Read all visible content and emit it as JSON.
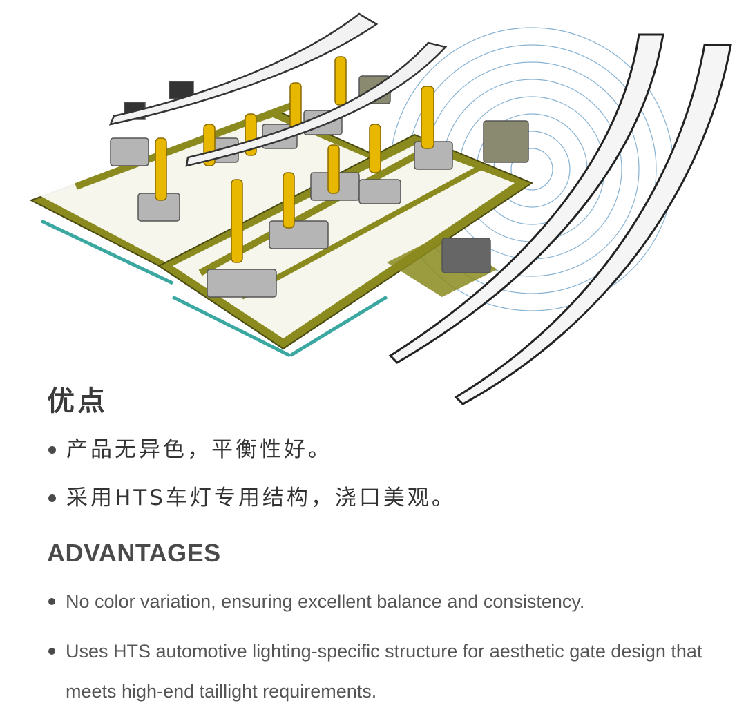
{
  "hero_image": {
    "icon": "fixture-3d-render"
  },
  "section_cn": {
    "title": "优点",
    "items": [
      {
        "text": "产品无异色，平衡性好。"
      },
      {
        "text": "采用HTS车灯专用结构，浇口美观。"
      }
    ]
  },
  "section_en": {
    "title": "ADVANTAGES",
    "items": [
      {
        "text": "No color variation, ensuring excellent balance and consistency."
      },
      {
        "text": "Uses HTS automotive lighting-specific structure for aesthetic gate design that meets high-end taillight requirements."
      }
    ]
  },
  "colors": {
    "frame": "#8a8a1e",
    "cylinder": "#e8b800",
    "rail": "#3aa8a0",
    "text_primary": "#333333",
    "text_secondary": "#555555"
  }
}
